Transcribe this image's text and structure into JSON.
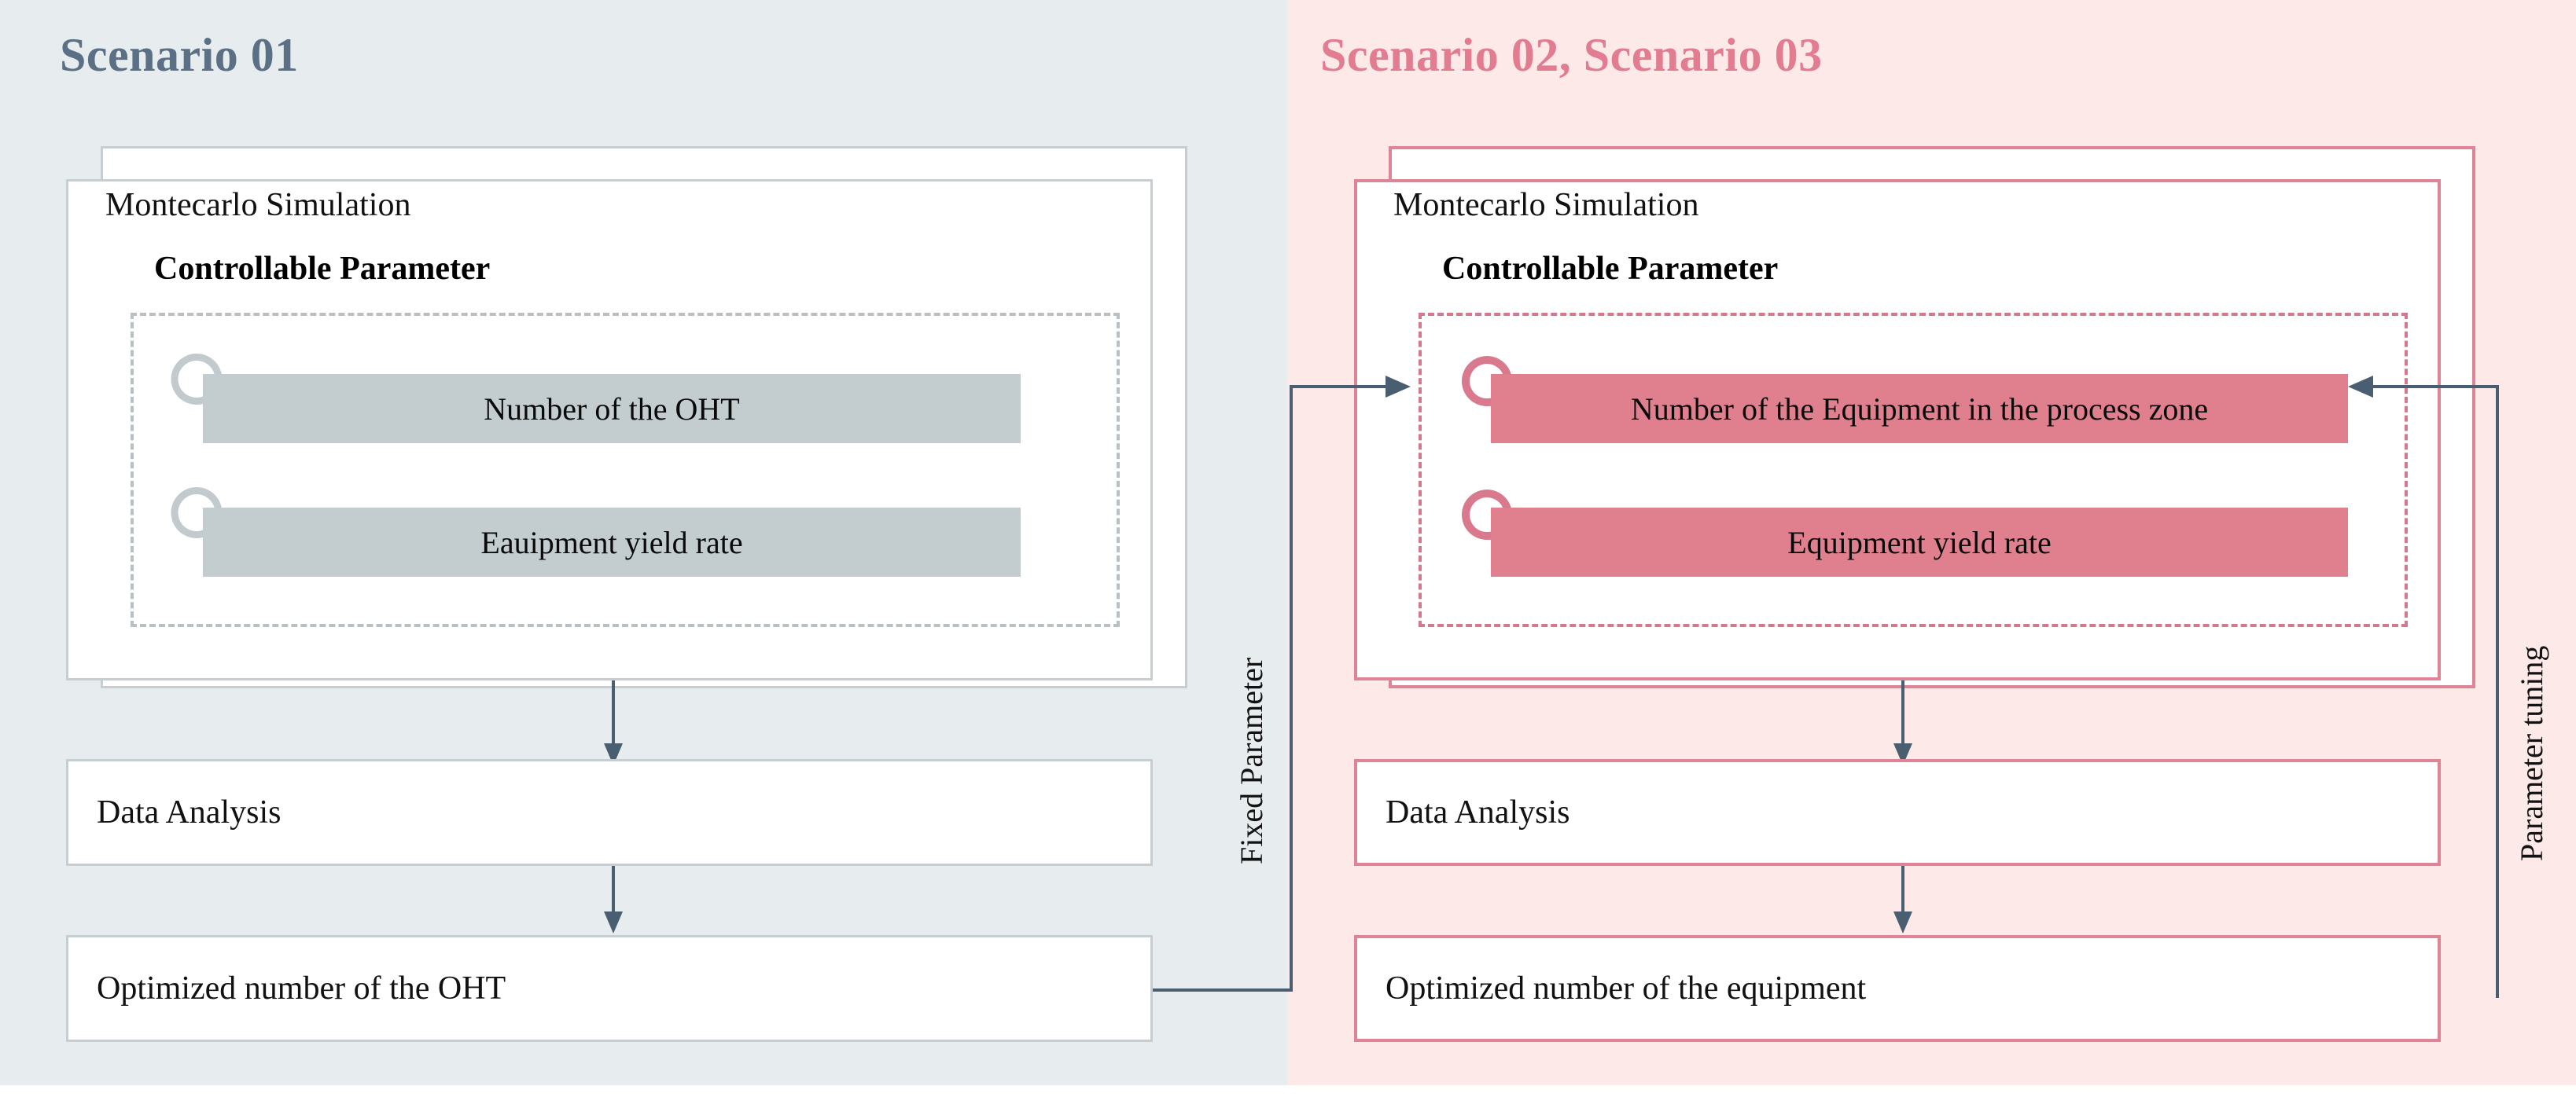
{
  "diagram": {
    "title_hidden": "",
    "panels": [
      {
        "id": "scenario-01",
        "title": "Scenario 01",
        "accent_color": "#5b7084",
        "bar_color": "#c3cdd0",
        "background": "#e7ecee",
        "border_color": "#c6ced2",
        "simulation": {
          "label": "Montecarlo Simulation",
          "subtitle": "Controllable Parameter",
          "parameters": [
            {
              "label": "Number of the OHT",
              "icon": "loop-arrow-icon"
            },
            {
              "label": "Eauipment yield rate",
              "icon": "loop-arrow-icon"
            }
          ]
        },
        "steps": [
          {
            "label": "Data Analysis"
          },
          {
            "label": "Optimized number of the OHT"
          }
        ]
      },
      {
        "id": "scenario-02-03",
        "title": "Scenario 02, Scenario 03",
        "accent_color": "#e27c91",
        "bar_color": "#e0808f",
        "background": "#fdeae8",
        "border_color": "#dd8496",
        "simulation": {
          "label": "Montecarlo Simulation",
          "subtitle": "Controllable Parameter",
          "parameters": [
            {
              "label": "Number of the Equipment in the process zone",
              "icon": "loop-arrow-icon"
            },
            {
              "label": "Equipment yield rate",
              "icon": "loop-arrow-icon"
            }
          ]
        },
        "steps": [
          {
            "label": "Data Analysis"
          },
          {
            "label": "Optimized number of the equipment"
          }
        ]
      }
    ],
    "connectors": {
      "fixed_parameter": "Fixed Parameter",
      "parameter_tuning": "Parameter tuning",
      "arrow_color": "#4a5e72"
    }
  }
}
